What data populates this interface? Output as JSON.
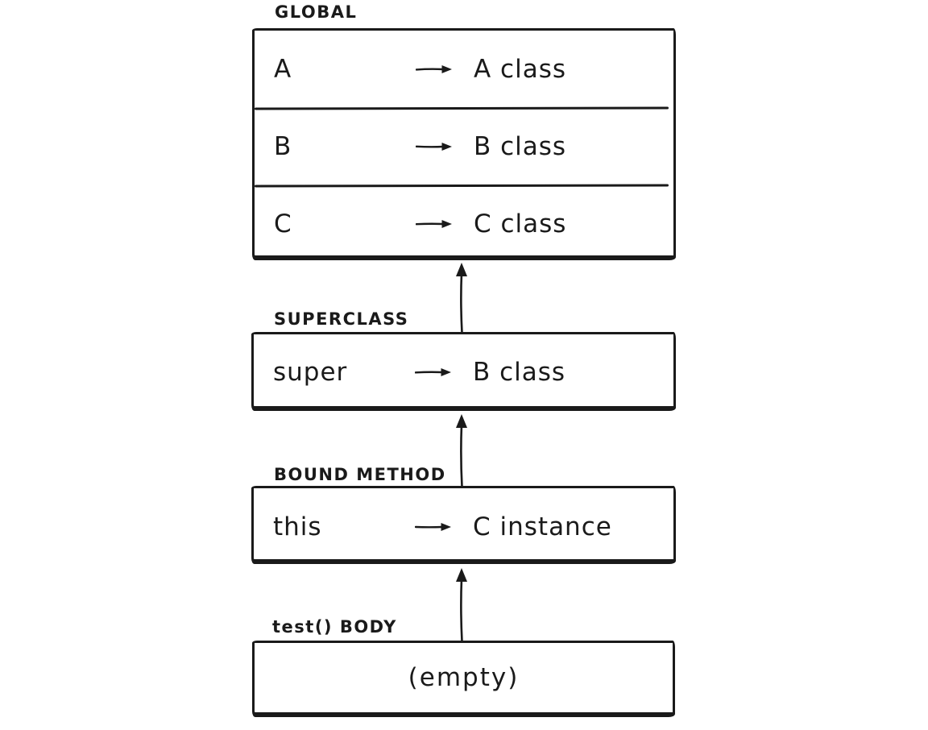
{
  "diagram": {
    "background_color": "#ffffff",
    "ink_color": "#1a1a1a",
    "frames": [
      {
        "label": "GLOBAL",
        "entries": [
          {
            "name": "A",
            "value": "A class"
          },
          {
            "name": "B",
            "value": "B class"
          },
          {
            "name": "C",
            "value": "C class"
          }
        ]
      },
      {
        "label": "SUPERCLASS",
        "entries": [
          {
            "name": "super",
            "value": "B class"
          }
        ]
      },
      {
        "label": "BOUND METHOD",
        "entries": [
          {
            "name": "this",
            "value": "C instance"
          }
        ]
      },
      {
        "label": "test() BODY",
        "entries": [],
        "empty_text": "(empty)"
      }
    ],
    "connectors": [
      {
        "from": "SUPERCLASS",
        "to": "GLOBAL"
      },
      {
        "from": "BOUND METHOD",
        "to": "SUPERCLASS"
      },
      {
        "from": "test() BODY",
        "to": "BOUND METHOD"
      }
    ],
    "icons": {
      "binding_arrow": "arrow-right-icon",
      "scope_link_arrow": "arrow-up-icon"
    }
  }
}
